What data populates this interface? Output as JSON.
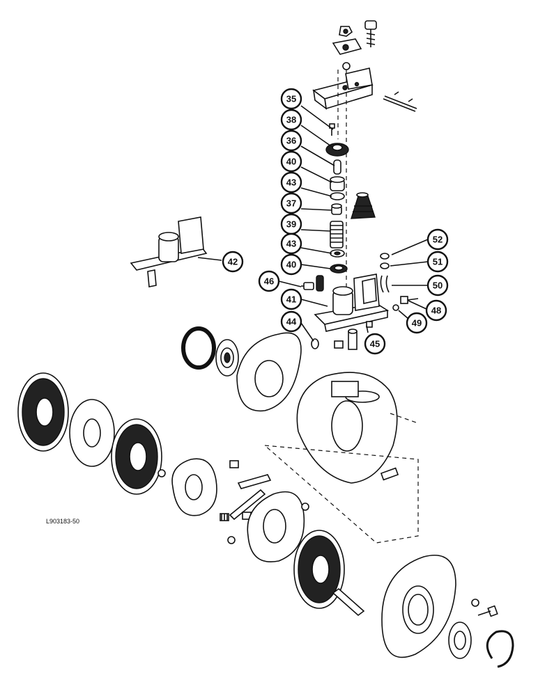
{
  "diagram": {
    "reference_code": "L903183-50",
    "callouts": [
      "35",
      "38",
      "36",
      "40",
      "43",
      "37",
      "39",
      "43",
      "40",
      "42",
      "46",
      "41",
      "44",
      "45",
      "52",
      "51",
      "50",
      "48",
      "49"
    ]
  }
}
